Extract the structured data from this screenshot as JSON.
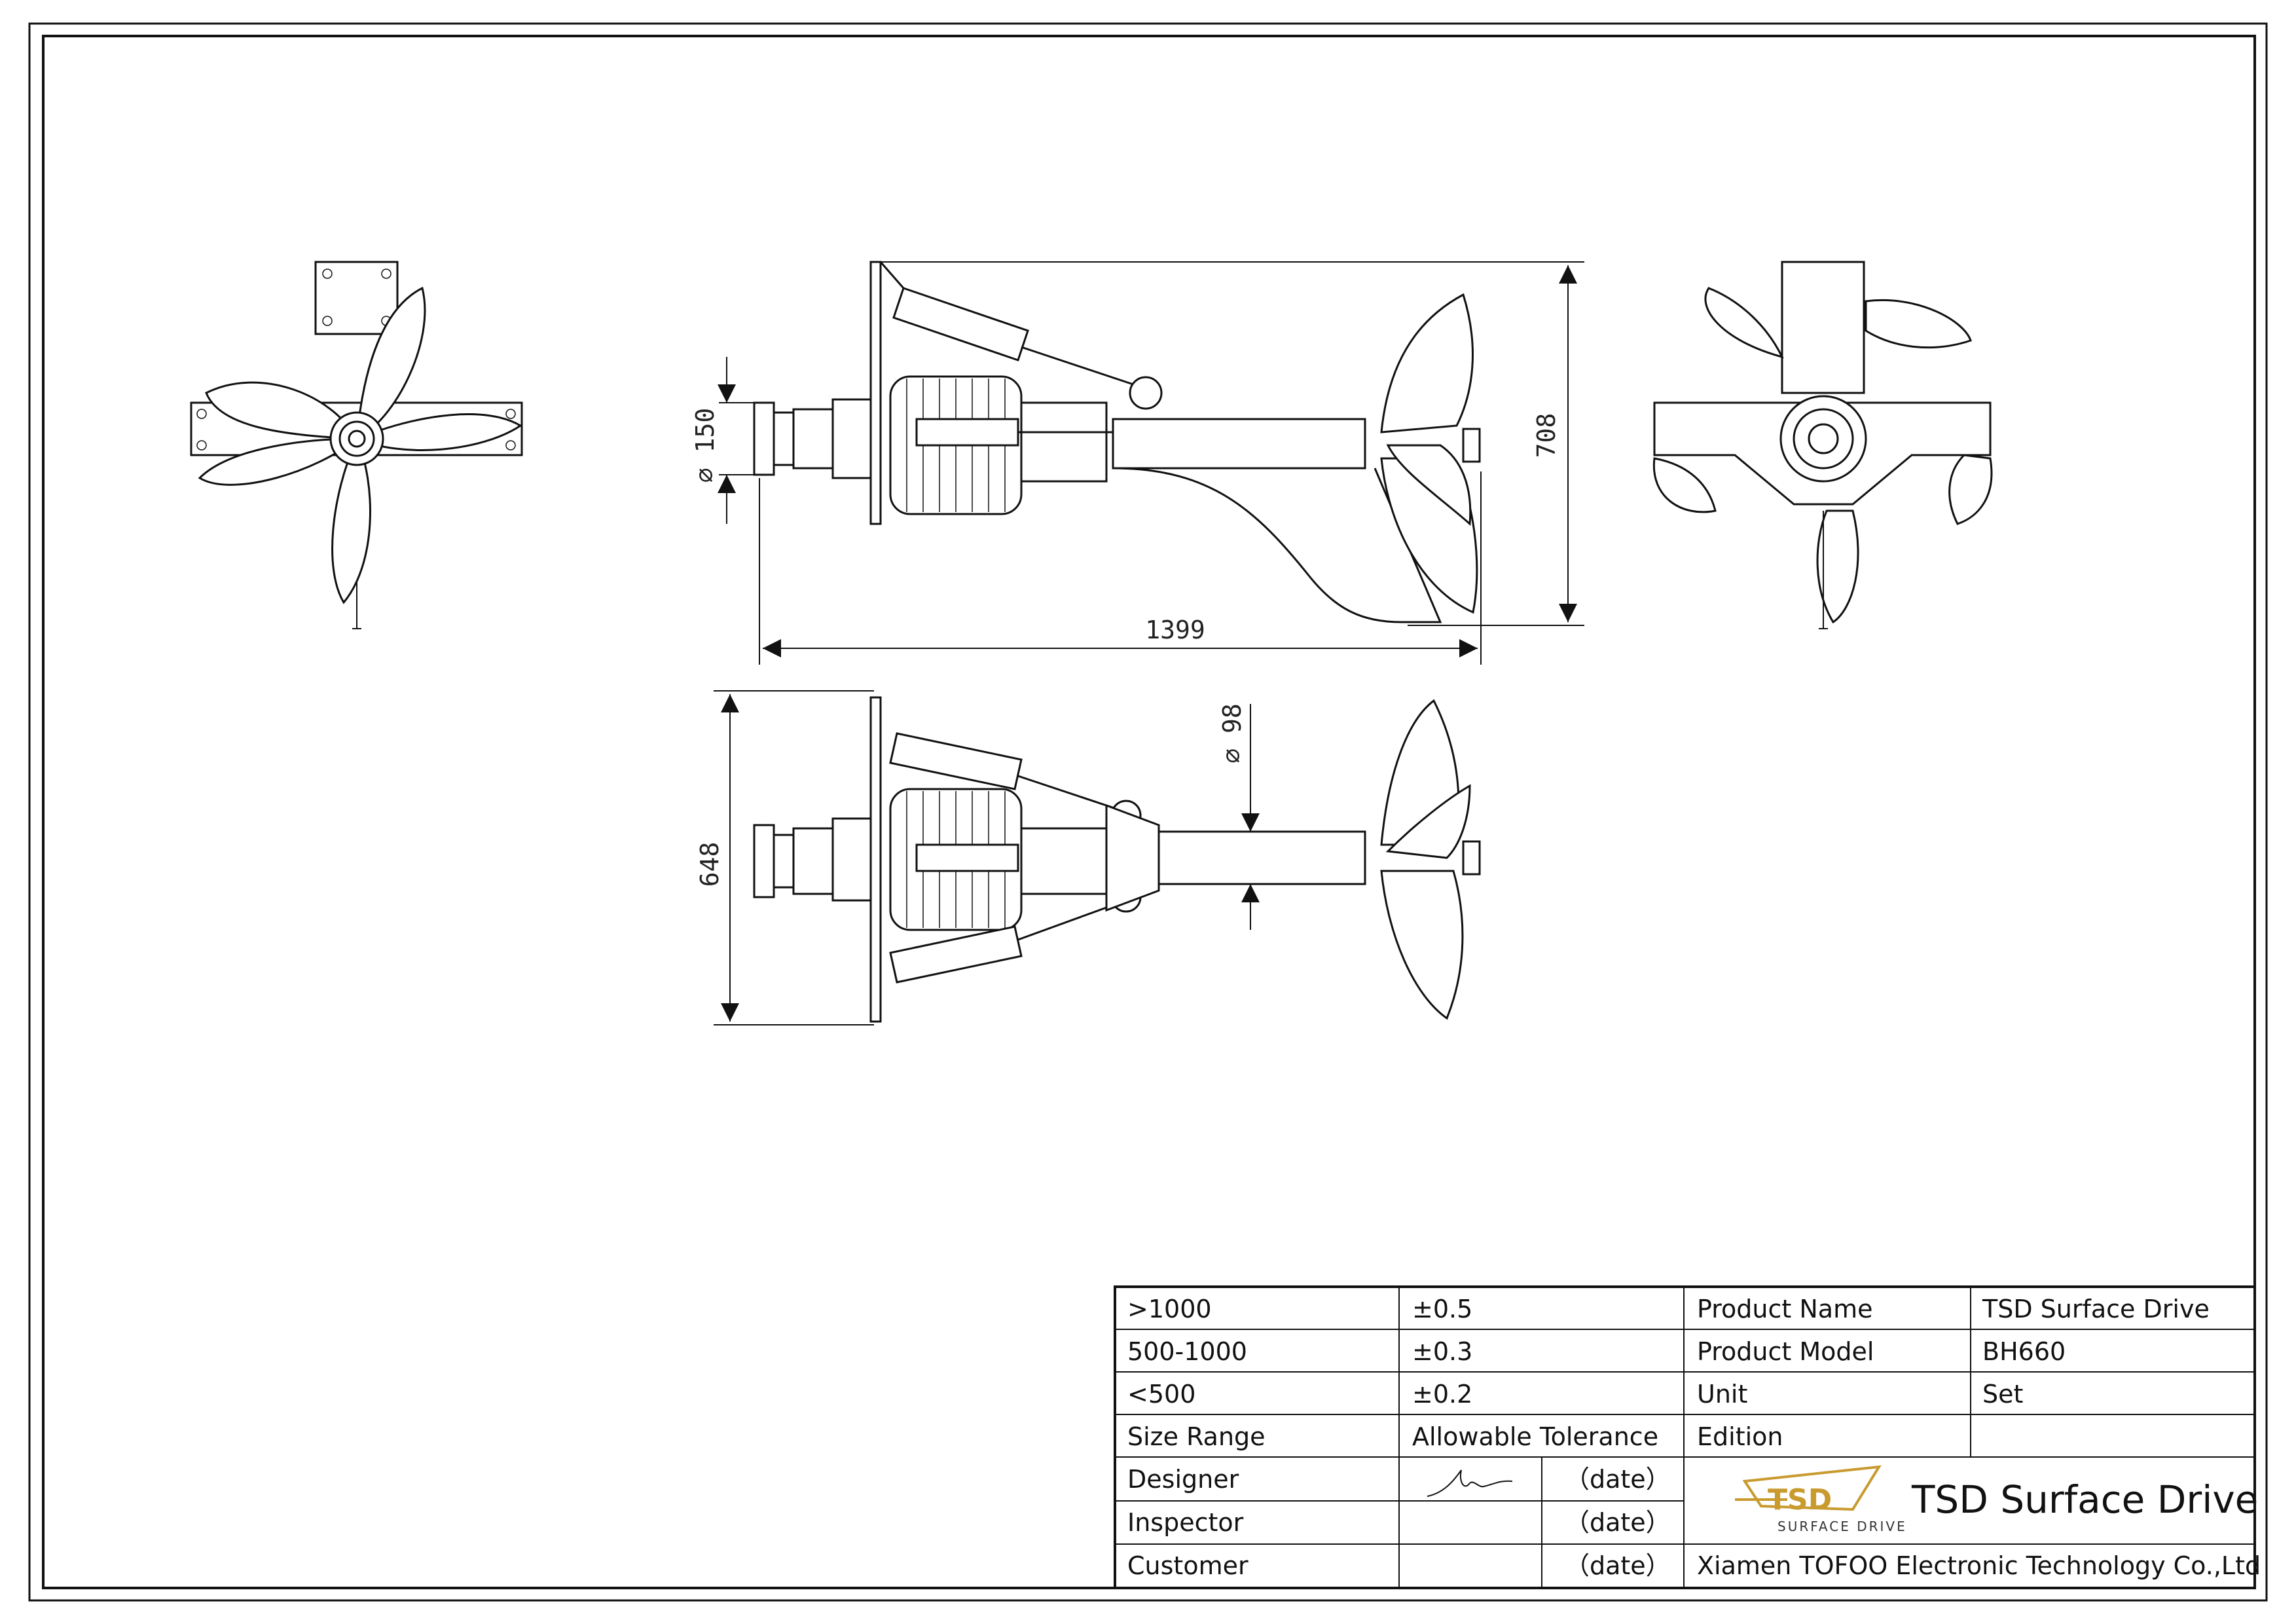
{
  "dimensions": {
    "flange_dia": "⌀ 150",
    "height": "708",
    "length": "1399",
    "shaft_dia": "⌀ 98",
    "width": "648"
  },
  "title_block": {
    "rows": [
      {
        "range": ">1000",
        "tolerance": "±0.5",
        "label": "Product Name",
        "value": "TSD Surface Drive"
      },
      {
        "range": "500-1000",
        "tolerance": "±0.3",
        "label": "Product Model",
        "value": "BH660"
      },
      {
        "range": "<500",
        "tolerance": "±0.2",
        "label": "Unit",
        "value": "Set"
      },
      {
        "range": "Size Range",
        "tolerance": "Allowable Tolerance",
        "label": "Edition",
        "value": ""
      }
    ],
    "signoff": [
      {
        "role": "Designer",
        "date": "（date）"
      },
      {
        "role": "Inspector",
        "date": "（date）"
      },
      {
        "role": "Customer",
        "date": "（date）"
      }
    ],
    "logo_main": "TSD",
    "logo_sub": "SURFACE DRIVE",
    "brand": "TSD Surface Drive",
    "company": "Xiamen TOFOO Electronic Technology Co.,Ltd"
  }
}
